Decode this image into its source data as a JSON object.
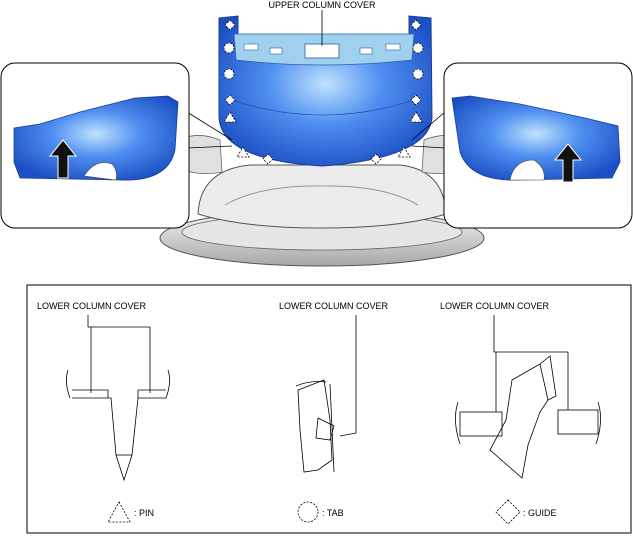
{
  "top": {
    "upper_label": "UPPER COLUMN COVER"
  },
  "legend": {
    "callouts": [
      "LOWER COLUMN COVER",
      "LOWER COLUMN COVER",
      "LOWER COLUMN COVER"
    ],
    "keys": [
      ": PIN",
      ": TAB",
      ": GUIDE"
    ]
  },
  "colors": {
    "cover_blue": "#2f6fe0",
    "cover_light": "#9fd0ee",
    "wheel_gray": "#d9d9d9"
  }
}
